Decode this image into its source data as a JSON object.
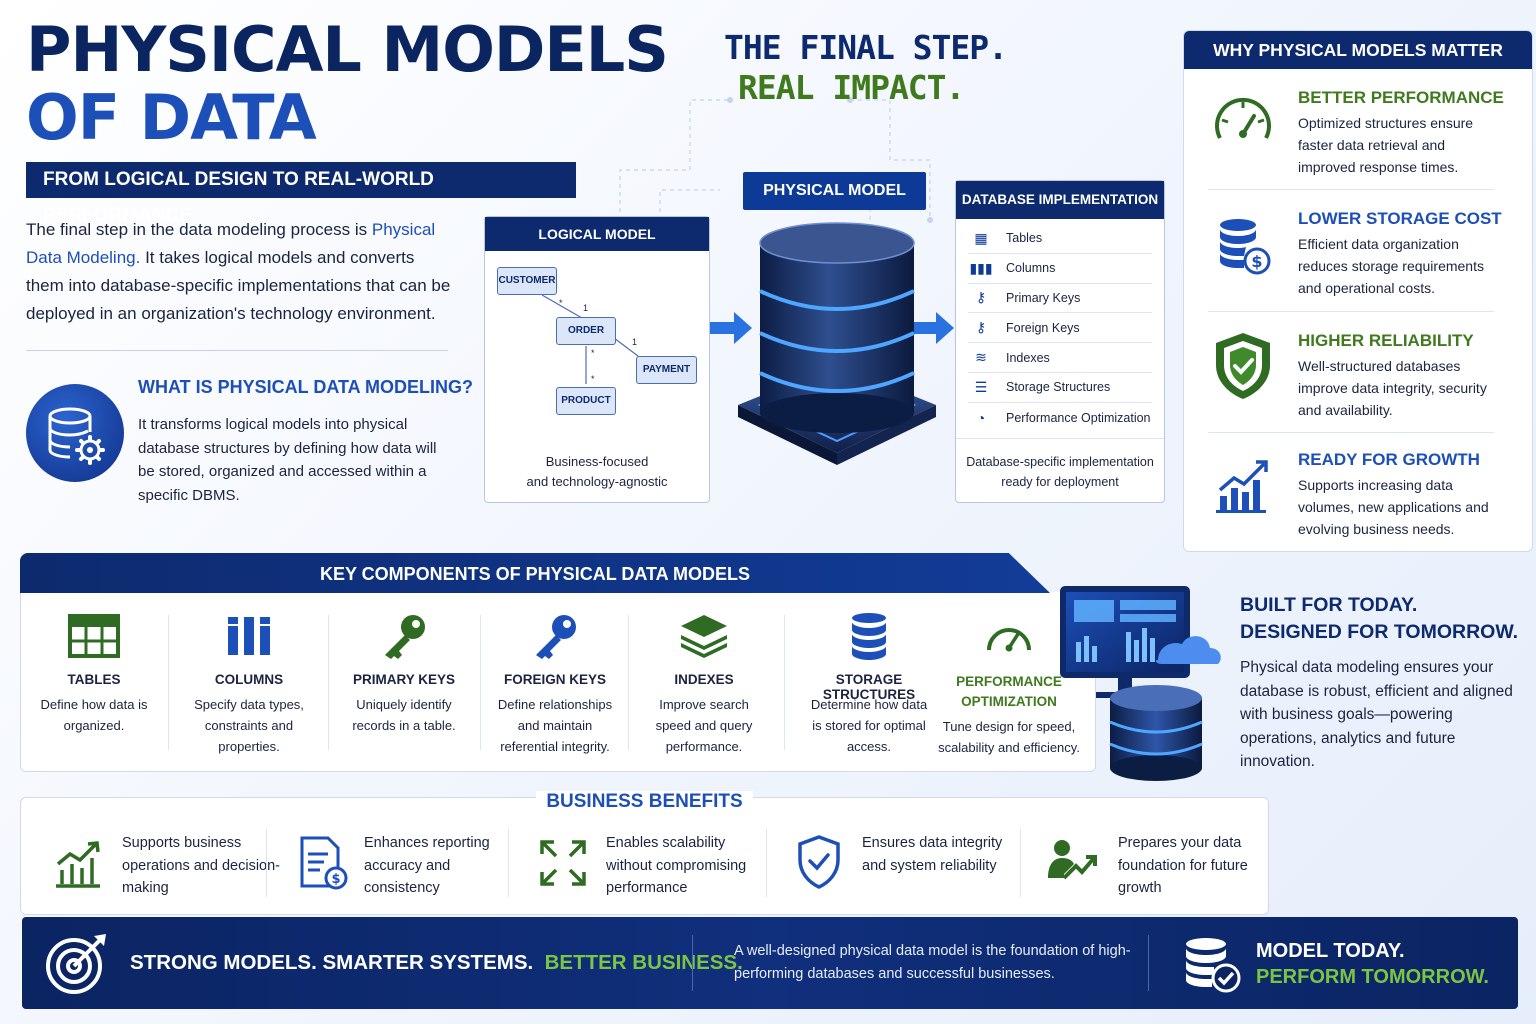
{
  "header": {
    "title_line1": "PHYSICAL MODELS",
    "title_line2": "OF DATA",
    "subtitle": "FROM LOGICAL DESIGN TO REAL-WORLD PERFORMANCE",
    "intro_part1": "The final step in the data modeling process is ",
    "intro_highlight": "Physical Data Modeling.",
    "intro_part2": " It takes logical models and converts them into database-specific implementations that can be deployed in an organization's technology environment."
  },
  "what_is": {
    "title": "WHAT IS PHYSICAL DATA MODELING?",
    "text": "It transforms logical models into physical database structures by defining how data will be stored, organized and accessed within a specific DBMS.",
    "icon": "database-gear-icon"
  },
  "center": {
    "tagline1": "THE FINAL STEP.",
    "tagline2": "REAL IMPACT.",
    "physical_model_label": "PHYSICAL MODEL",
    "logical_model": {
      "title": "LOGICAL MODEL",
      "entities": [
        "CUSTOMER",
        "ORDER",
        "PAYMENT",
        "PRODUCT"
      ],
      "cardinalities": [
        "*",
        "1",
        "1",
        "*",
        "*"
      ],
      "caption_line1": "Business-focused",
      "caption_line2": "and technology-agnostic"
    },
    "db_implementation": {
      "title": "DATABASE IMPLEMENTATION",
      "items": [
        {
          "label": "Tables",
          "icon": "table-icon"
        },
        {
          "label": "Columns",
          "icon": "columns-icon"
        },
        {
          "label": "Primary Keys",
          "icon": "key-icon"
        },
        {
          "label": "Foreign Keys",
          "icon": "key-icon"
        },
        {
          "label": "Indexes",
          "icon": "database-icon"
        },
        {
          "label": "Storage Structures",
          "icon": "storage-icon"
        },
        {
          "label": "Performance Optimization",
          "icon": "gauge-icon"
        }
      ],
      "caption_line1": "Database-specific implementation",
      "caption_line2": "ready for deployment"
    }
  },
  "why": {
    "title": "WHY PHYSICAL MODELS MATTER",
    "items": [
      {
        "title": "BETTER PERFORMANCE",
        "text": "Optimized structures ensure faster data retrieval and improved response times.",
        "icon": "gauge-icon",
        "color": "#3f7a1f"
      },
      {
        "title": "LOWER STORAGE COST",
        "text": "Efficient data organization reduces storage requirements and operational costs.",
        "icon": "database-dollar-icon",
        "color": "#1d4fb8"
      },
      {
        "title": "HIGHER RELIABILITY",
        "text": "Well-structured databases improve data integrity, security and availability.",
        "icon": "shield-check-icon",
        "color": "#3f7a1f"
      },
      {
        "title": "READY FOR GROWTH",
        "text": "Supports increasing data volumes, new applications and evolving business needs.",
        "icon": "growth-chart-icon",
        "color": "#1d4fb8"
      }
    ]
  },
  "key_components": {
    "title": "KEY COMPONENTS OF PHYSICAL DATA MODELS",
    "items": [
      {
        "name": "TABLES",
        "desc": "Define how data is organized.",
        "icon": "table-icon"
      },
      {
        "name": "COLUMNS",
        "desc": "Specify data types, constraints and properties.",
        "icon": "columns-icon"
      },
      {
        "name": "PRIMARY KEYS",
        "desc": "Uniquely identify records in a table.",
        "icon": "key-icon"
      },
      {
        "name": "FOREIGN KEYS",
        "desc": "Define relationships and maintain referential integrity.",
        "icon": "key-icon"
      },
      {
        "name": "INDEXES",
        "desc": "Improve search speed and query performance.",
        "icon": "layers-icon"
      },
      {
        "name": "STORAGE STRUCTURES",
        "desc": "Determine how data is stored for optimal access.",
        "icon": "database-icon"
      },
      {
        "name": "PERFORMANCE OPTIMIZATION",
        "desc": "Tune design for speed, scalability and efficiency.",
        "icon": "gauge-icon"
      }
    ]
  },
  "built": {
    "line1": "BUILT FOR TODAY.",
    "line2": "DESIGNED FOR TOMORROW.",
    "text": "Physical data modeling ensures your database is robust, efficient and aligned with business goals—powering operations, analytics and future innovation."
  },
  "business_benefits": {
    "title": "BUSINESS BENEFITS",
    "items": [
      {
        "text": "Supports business operations and decision-making",
        "icon": "growth-chart-icon"
      },
      {
        "text": "Enhances reporting accuracy and consistency",
        "icon": "report-icon"
      },
      {
        "text": "Enables scalability without compromising performance",
        "icon": "expand-icon"
      },
      {
        "text": "Ensures data integrity and system reliability",
        "icon": "shield-check-icon"
      },
      {
        "text": "Prepares your data foundation for future growth",
        "icon": "person-growth-icon"
      }
    ]
  },
  "footer": {
    "slogan_main": "STRONG MODELS. SMARTER SYSTEMS.",
    "slogan_green": "BETTER BUSINESS.",
    "message": "A well-designed physical data model is the foundation of high-performing databases and successful businesses.",
    "closing1": "MODEL TODAY.",
    "closing2": "PERFORM TOMORROW."
  }
}
